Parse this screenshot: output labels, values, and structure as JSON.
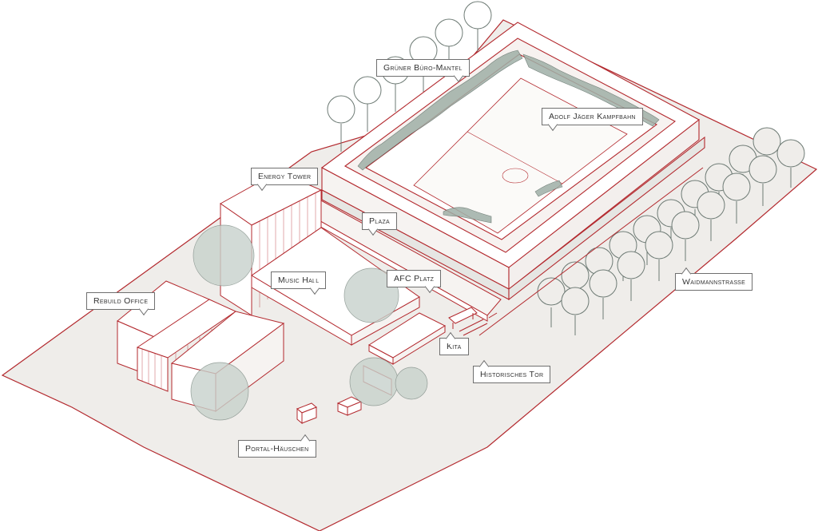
{
  "labels": {
    "gruener_buero_mantel": "Grüner Büro-Mantel",
    "adolf_jaeger_kampfbahn": "Adolf Jäger Kampfbahn",
    "energy_tower": "Energy Tower",
    "plaza": "Plaza",
    "music_hall": "Music Hall",
    "afc_platz": "AFC Platz",
    "rebuild_office": "Rebuild Office",
    "kita": "Kita",
    "historisches_tor": "Historisches Tor",
    "waidmannstrasse": "Waidmannstraße",
    "portal_haeuschen": "Portal-Häuschen"
  },
  "colors": {
    "outline": "#b3292e",
    "ground": "#efedea",
    "greenery": "#9fb0a7",
    "tree_line": "#6d7a74",
    "callout_border": "#6f6f6f"
  }
}
